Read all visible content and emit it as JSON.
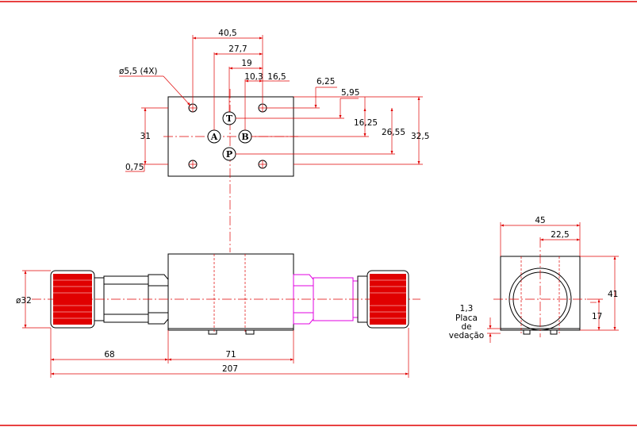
{
  "dimensions_top": {
    "d40_5": "40,5",
    "d27_7": "27,7",
    "d19": "19",
    "d10_3": "10,3",
    "d16_5a": "16,5",
    "d6_25": "6,25",
    "d5_95": "5,95",
    "d16_25": "16,25",
    "d26_55": "26,55",
    "d32_5": "32,5",
    "d31": "31",
    "d0_75": "0,75",
    "hole_callout": "ø5,5  (4X)"
  },
  "ports": {
    "t": "T",
    "a": "A",
    "b": "B",
    "p": "P"
  },
  "dimensions_front": {
    "dia32": "ø32",
    "d68": "68",
    "d71": "71",
    "d207": "207"
  },
  "dimensions_side": {
    "d45": "45",
    "d22_5": "22,5",
    "d41": "41",
    "d17": "17"
  },
  "seal_note": {
    "line1": "1,3",
    "line2": "Placa",
    "line3": "de",
    "line4": "vedação"
  },
  "colors": {
    "frame": "#e00000",
    "dimension": "#e00000",
    "object": "#000000",
    "fitting": "#e000e0",
    "knurl": "#e00000"
  }
}
